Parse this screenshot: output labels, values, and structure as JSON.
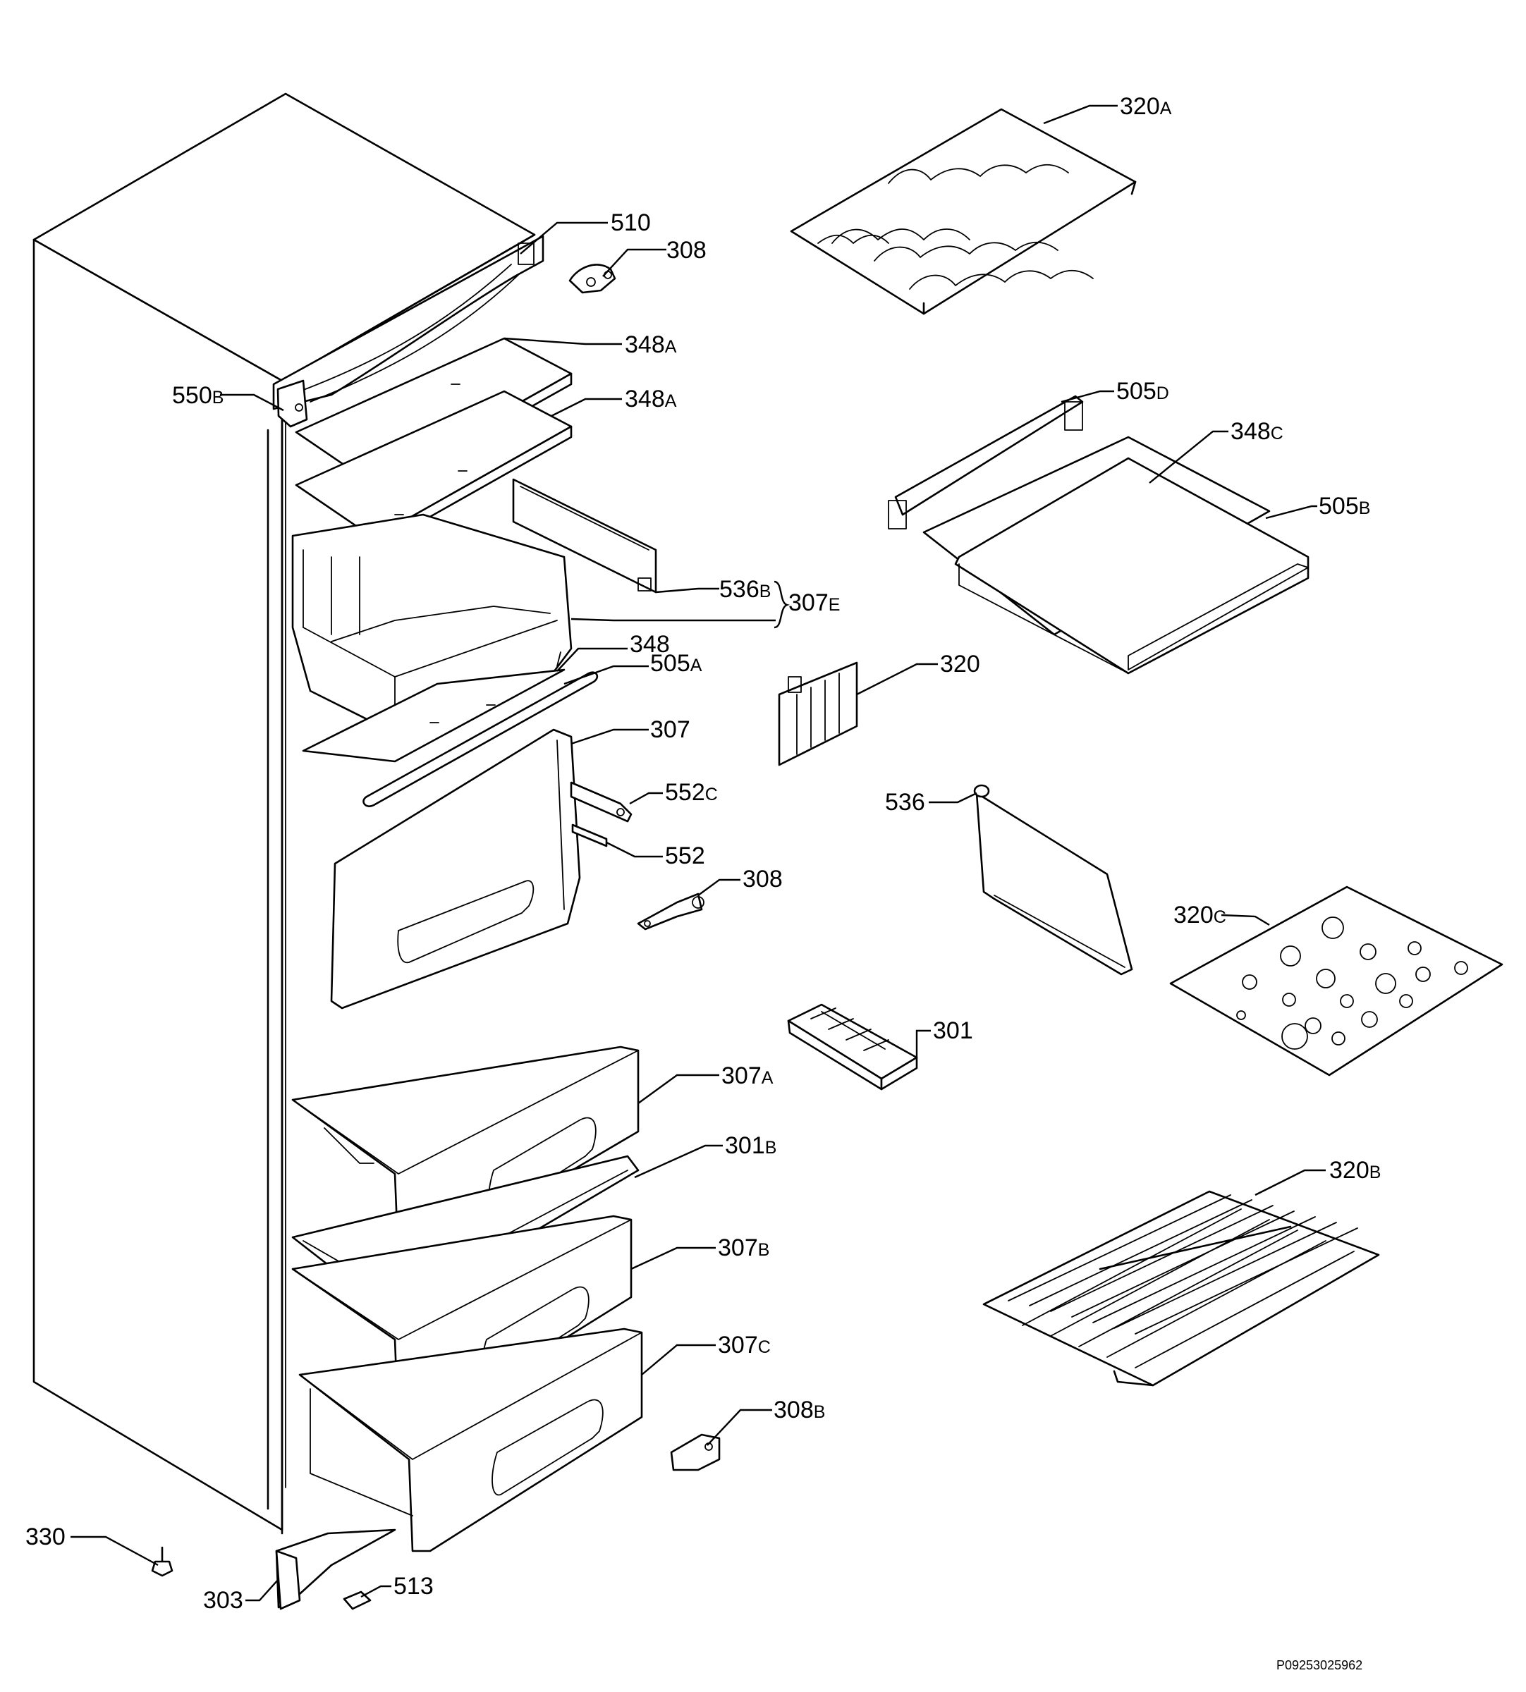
{
  "labels": {
    "p510": "510",
    "p308_top": "308",
    "p348A_1": "348",
    "p348A_1_sfx": "A",
    "p348A_2": "348",
    "p348A_2_sfx": "A",
    "p550B": "550",
    "p550B_sfx": "B",
    "p536B": "536",
    "p536B_sfx": "B",
    "p307E": "307",
    "p307E_sfx": "E",
    "p348": "348",
    "p505A": "505",
    "p505A_sfx": "A",
    "p307": "307",
    "p552C": "552",
    "p552C_sfx": "C",
    "p552": "552",
    "p308_mid": "308",
    "p307A": "307",
    "p307A_sfx": "A",
    "p301B": "301",
    "p301B_sfx": "B",
    "p307B": "307",
    "p307B_sfx": "B",
    "p307C": "307",
    "p307C_sfx": "C",
    "p308B": "308",
    "p308B_sfx": "B",
    "p330": "330",
    "p303": "303",
    "p513": "513",
    "p320A": "320",
    "p320A_sfx": "A",
    "p505D": "505",
    "p505D_sfx": "D",
    "p348C": "348",
    "p348C_sfx": "C",
    "p505B": "505",
    "p505B_sfx": "B",
    "p320": "320",
    "p536": "536",
    "p320C": "320",
    "p320C_sfx": "C",
    "p301": "301",
    "p320B": "320",
    "p320B_sfx": "B"
  },
  "reference_code": "P09253025962"
}
